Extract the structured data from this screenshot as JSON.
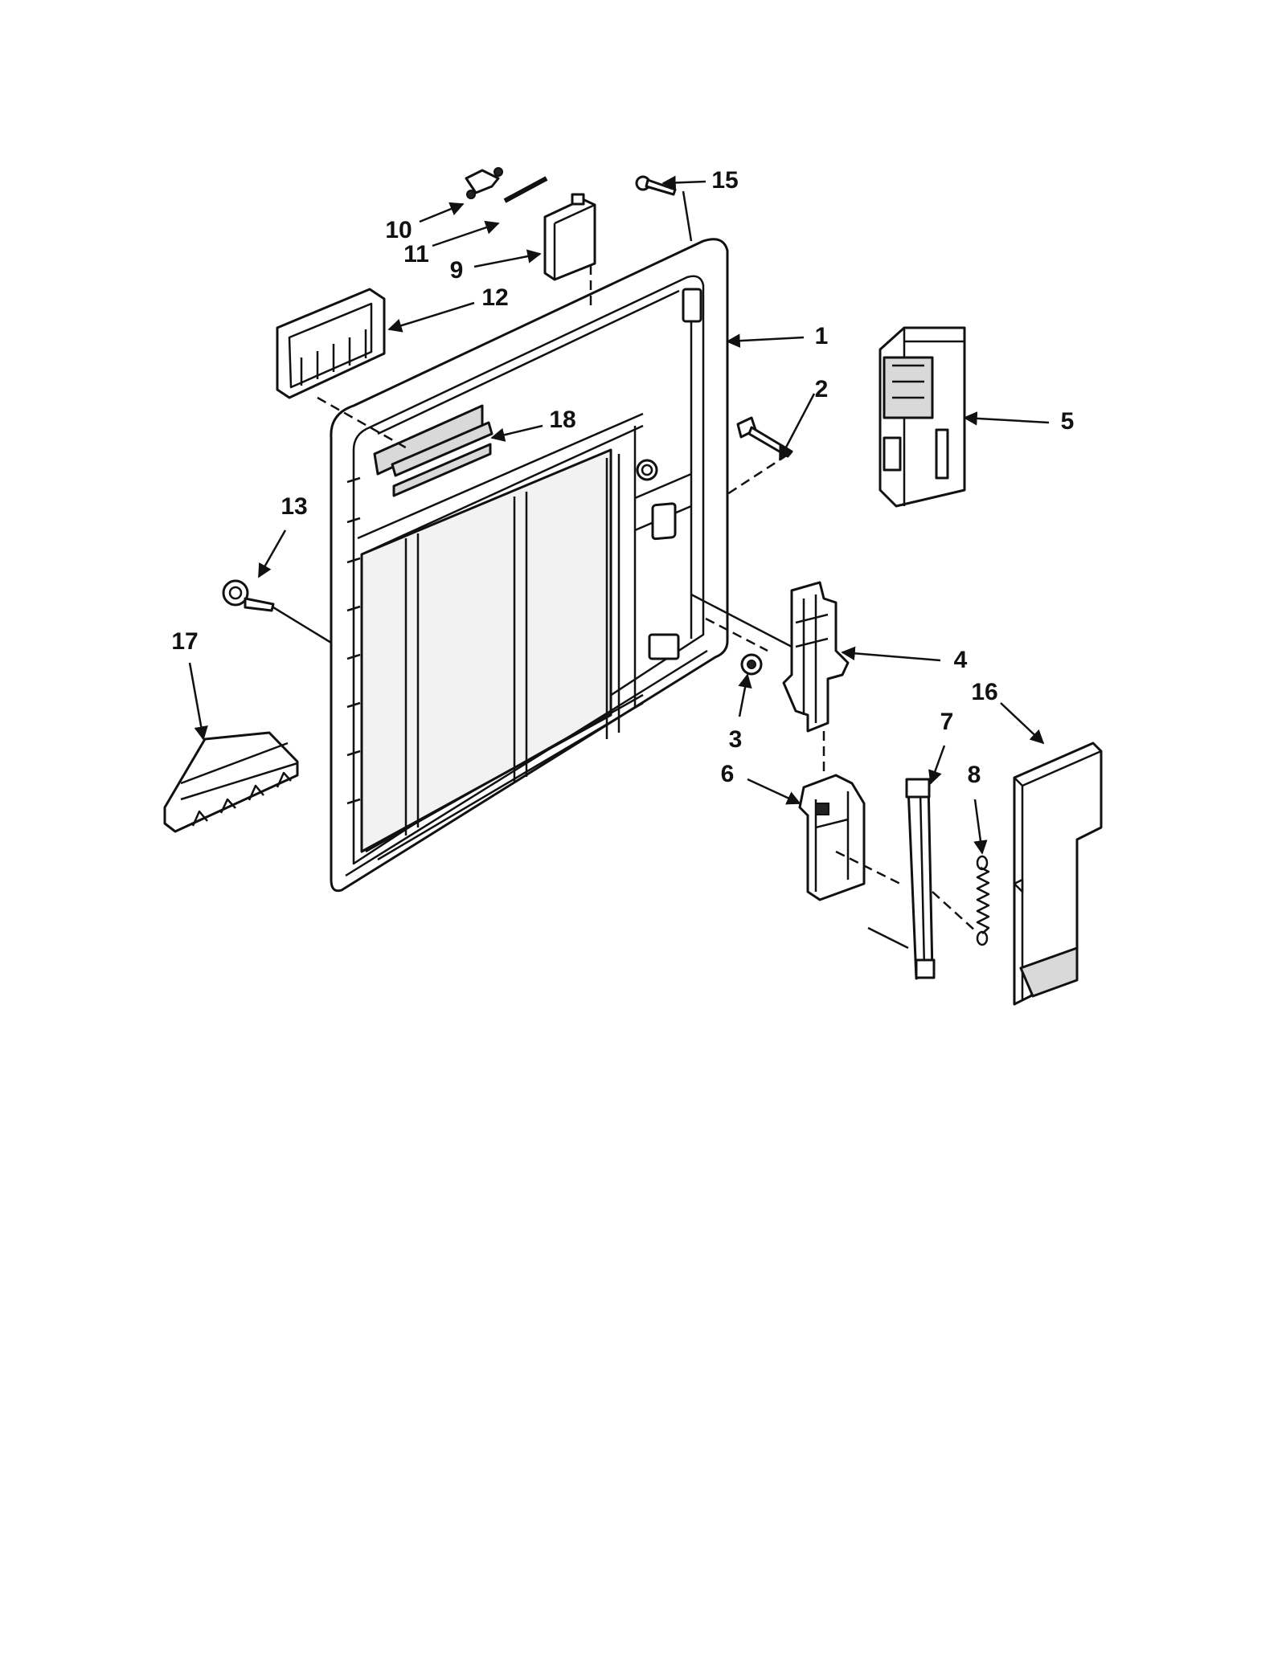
{
  "diagram": {
    "colors": {
      "ink": "#111111",
      "paper": "#ffffff",
      "shade": "#d9d9d9"
    },
    "callouts": [
      {
        "id": "1",
        "label": "1"
      },
      {
        "id": "2",
        "label": "2"
      },
      {
        "id": "3",
        "label": "3"
      },
      {
        "id": "4",
        "label": "4"
      },
      {
        "id": "5",
        "label": "5"
      },
      {
        "id": "6",
        "label": "6"
      },
      {
        "id": "7",
        "label": "7"
      },
      {
        "id": "8",
        "label": "8"
      },
      {
        "id": "9",
        "label": "9"
      },
      {
        "id": "10",
        "label": "10"
      },
      {
        "id": "11",
        "label": "11"
      },
      {
        "id": "12",
        "label": "12"
      },
      {
        "id": "13",
        "label": "13"
      },
      {
        "id": "15",
        "label": "15"
      },
      {
        "id": "16",
        "label": "16"
      },
      {
        "id": "17",
        "label": "17"
      },
      {
        "id": "18",
        "label": "18"
      }
    ]
  }
}
